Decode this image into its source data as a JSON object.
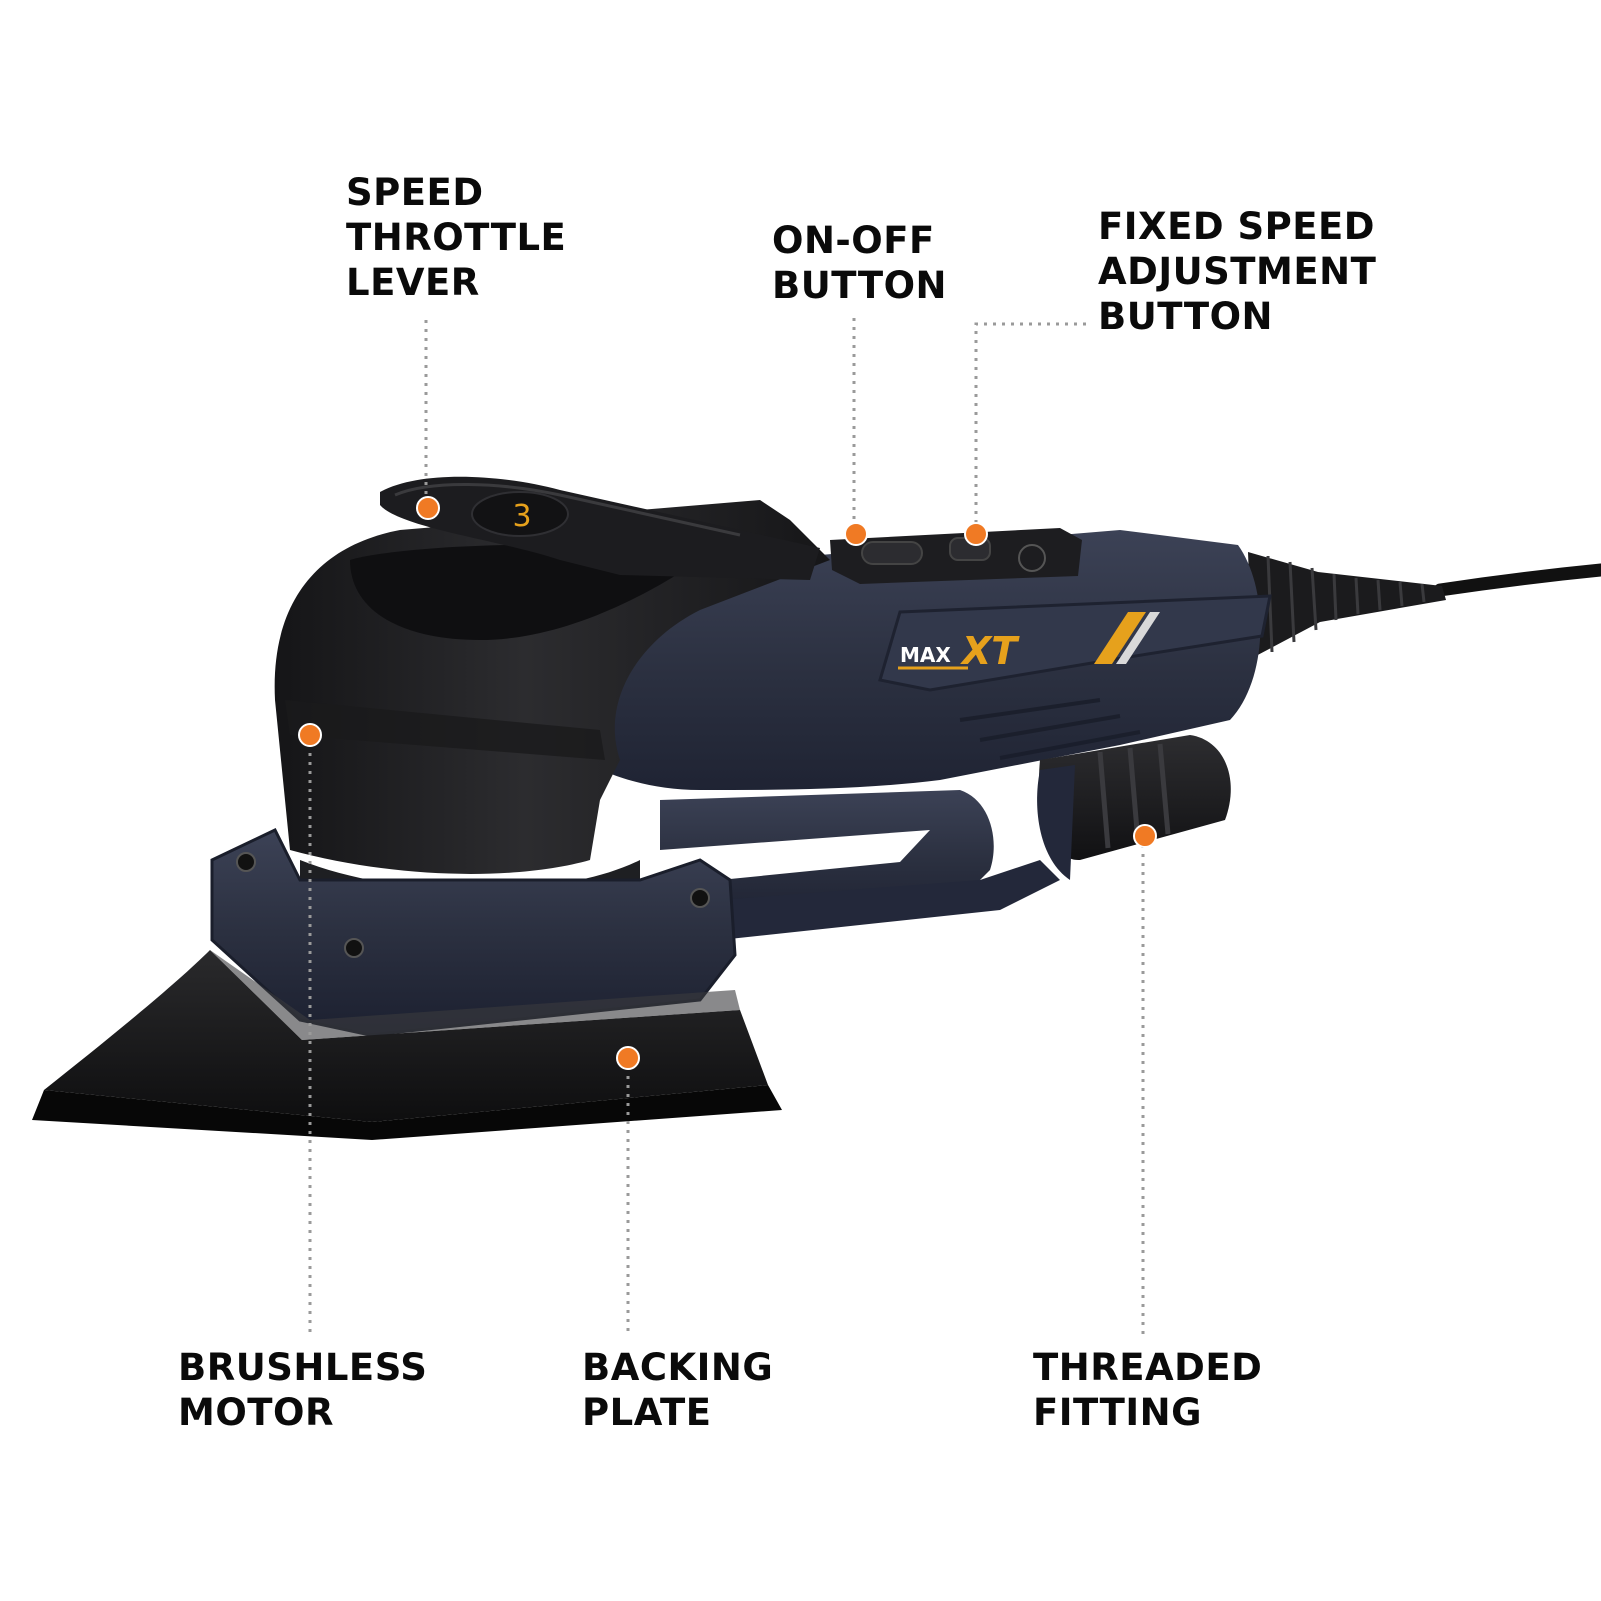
{
  "callouts": {
    "speed_throttle_lever": {
      "line1": "SPEED",
      "line2": "THROTTLE",
      "line3": "LEVER"
    },
    "on_off_button": {
      "line1": "ON-OFF",
      "line2": "BUTTON"
    },
    "fixed_speed_button": {
      "line1": "FIXED SPEED",
      "line2": "ADJUSTMENT",
      "line3": "BUTTON"
    },
    "brushless_motor": {
      "line1": "BRUSHLESS",
      "line2": "MOTOR"
    },
    "backing_plate": {
      "line1": "BACKING",
      "line2": "PLATE"
    },
    "threaded_fitting": {
      "line1": "THREADED",
      "line2": "FITTING"
    }
  },
  "product": {
    "brand_max": "MAX",
    "brand_xt": "XT",
    "lever_digit": "3"
  },
  "colors": {
    "marker": "#f07a24",
    "leader_line": "#9a9a9a",
    "body_navy": "#2b3040",
    "rubber_black": "#1b1b1d",
    "brand_gold": "#e6a11c",
    "label_text": "#0a0a0a"
  }
}
